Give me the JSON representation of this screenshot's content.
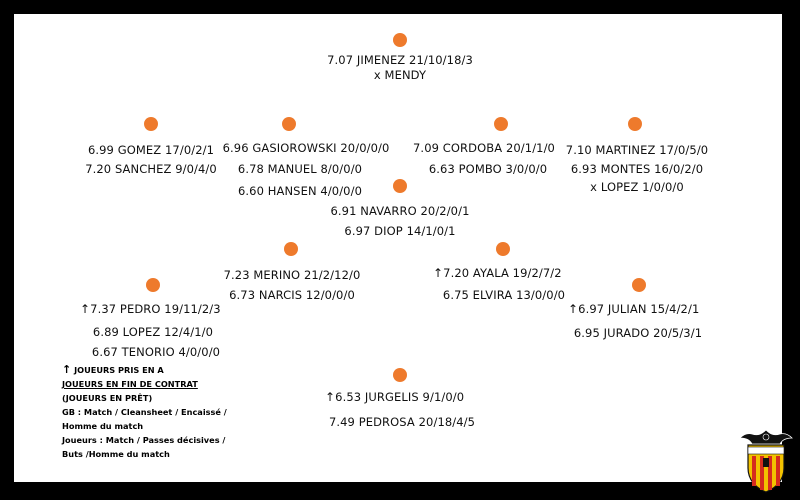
{
  "players": {
    "gk": [
      "7.07 JIMENEZ 21/10/18/3",
      "x MENDY"
    ],
    "lb": [
      "6.99 GOMEZ 17/0/2/1",
      "7.20 SANCHEZ 9/0/4/0"
    ],
    "lcb": [
      "6.96 GASIOROWSKI 20/0/0/0",
      "6.78 MANUEL 8/0/0/0",
      "6.60 HANSEN 4/0/0/0"
    ],
    "rcb": [
      "7.09 CORDOBA 20/1/1/0",
      "6.63 POMBO 3/0/0/0"
    ],
    "rb": [
      "7.10 MARTINEZ 17/0/5/0",
      "6.93 MONTES 16/0/2/0",
      "x LOPEZ 1/0/0/0"
    ],
    "dm": [
      "6.91 NAVARRO 20/2/0/1",
      "6.97 DIOP 14/1/0/1"
    ],
    "lcm": [
      "7.23 MERINO 21/2/12/0",
      "6.73 NARCIS 12/0/0/0"
    ],
    "rcm": [
      "7.20 AYALA 19/2/7/2",
      "6.75 ELVIRA 13/0/0/0"
    ],
    "lw": [
      "7.37 PEDRO 19/11/2/3",
      "6.89 LOPEZ 12/4/1/0",
      "6.67 TENORIO 4/0/0/0"
    ],
    "rw": [
      "6.97 JULIAN 15/4/2/1",
      "6.95 JURADO 20/5/3/1"
    ],
    "st": [
      "6.53 JURGELIS 9/1/0/0",
      "7.49 PEDROSA 20/18/4/5"
    ]
  },
  "legend": {
    "l1": "JOUEURS PRIS EN A",
    "l2": "JOUEURS EN FIN DE CONTRAT",
    "l3": "(JOUEURS EN PRÊT)",
    "l4": "GB : Match / Cleansheet / Encaissé /",
    "l5": "Homme du match",
    "l6": "Joueurs : Match / Passes décisives /",
    "l7": "Buts /Homme du match"
  },
  "colors": {
    "dot": "#ee7a2c",
    "frame": "#000000",
    "board": "#ffffff",
    "crest_gold": "#f2c200",
    "crest_red": "#d52b1e"
  },
  "icons": {
    "arrow": "up-arrow-icon",
    "crest": "valencia-crest-icon"
  }
}
